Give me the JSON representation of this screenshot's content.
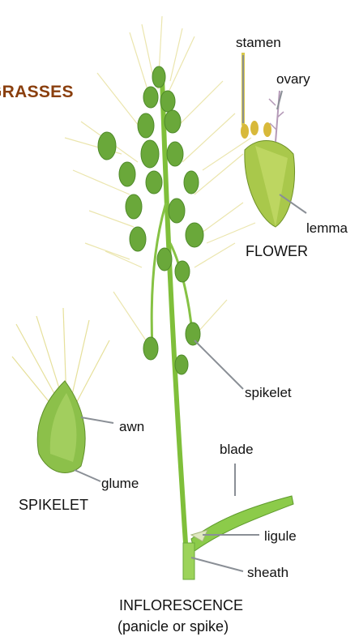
{
  "title": "GRASSES",
  "labels": {
    "stamen": "stamen",
    "ovary": "ovary",
    "lemma": "lemma",
    "flower": "FLOWER",
    "spikelet_small": "spikelet",
    "awn": "awn",
    "glume": "glume",
    "spikelet_caption": "SPIKELET",
    "blade": "blade",
    "ligule": "ligule",
    "sheath": "sheath",
    "inflorescence": "INFLORESCENCE",
    "inflorescence_sub": "(panicle or spike)"
  },
  "colors": {
    "title": "#8a3f0e",
    "stem": "#7fbf3a",
    "spikelet": "#6aa83a",
    "awn": "#e6e09a",
    "leader": "#8a8f96"
  }
}
